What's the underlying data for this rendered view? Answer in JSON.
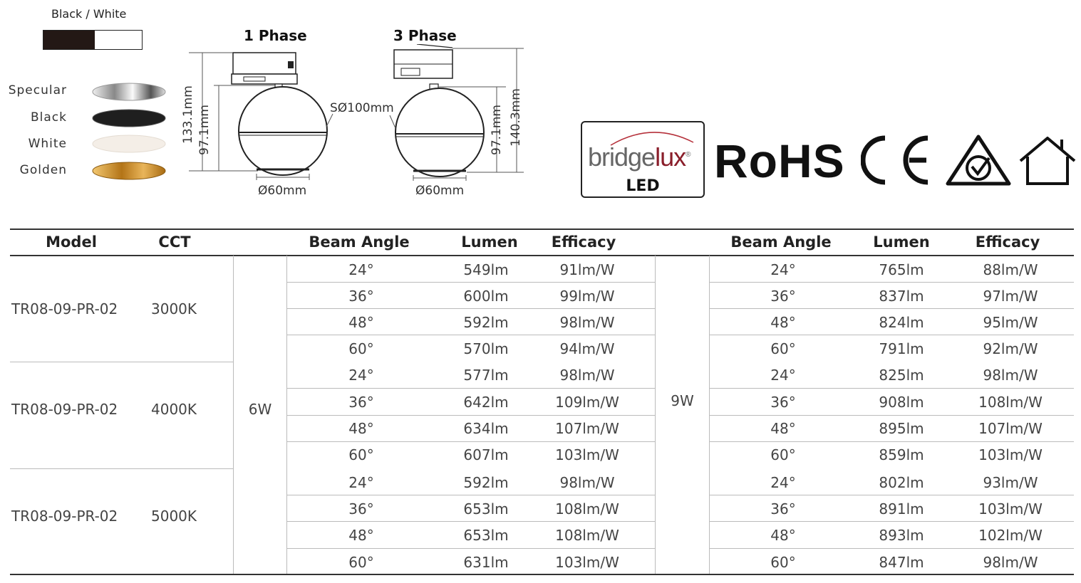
{
  "finishes": {
    "bw_label": "Black  / White",
    "items": [
      {
        "label": "Specular",
        "color": "#c8c8c8"
      },
      {
        "label": "Black",
        "color": "#1a1a1a"
      },
      {
        "label": "White",
        "color": "#f3ede6"
      },
      {
        "label": "Golden",
        "color": "#c8891e"
      }
    ]
  },
  "drawings": {
    "phase1": {
      "title": "1 Phase",
      "height_total": "133.1mm",
      "height_body": "97.1mm",
      "sphere": "SØ100mm",
      "base": "Ø60mm"
    },
    "phase3": {
      "title": "3 Phase",
      "height_total": "140.3mm",
      "height_body": "97.1mm",
      "base": "Ø60mm"
    }
  },
  "logos": {
    "bridgelux_bridge": "bridge",
    "bridgelux_lux": "lux",
    "bridgelux_reg": "®",
    "bridgelux_led": "LED",
    "rohs": "RoHS",
    "ce": "CE"
  },
  "table": {
    "headers": {
      "model": "Model",
      "cct": "CCT",
      "beam_6w": "Beam Angle",
      "lumen_6w": "Lumen",
      "efficacy_6w": "Efficacy",
      "beam_9w": "Beam Angle",
      "lumen_9w": "Lumen",
      "efficacy_9w": "Efficacy"
    },
    "power_6w": "6W",
    "power_9w": "9W",
    "groups": [
      {
        "model": "TR08-09-PR-02",
        "cct": "3000K",
        "rows": [
          {
            "beam": "24°",
            "l6": "549lm",
            "e6": "91lm/W",
            "beam9": "24°",
            "l9": "765lm",
            "e9": "88lm/W"
          },
          {
            "beam": "36°",
            "l6": "600lm",
            "e6": "99lm/W",
            "beam9": "36°",
            "l9": "837lm",
            "e9": "97lm/W"
          },
          {
            "beam": "48°",
            "l6": "592lm",
            "e6": "98lm/W",
            "beam9": "48°",
            "l9": "824lm",
            "e9": "95lm/W"
          },
          {
            "beam": "60°",
            "l6": "570lm",
            "e6": "94lm/W",
            "beam9": "60°",
            "l9": "791lm",
            "e9": "92lm/W"
          }
        ]
      },
      {
        "model": "TR08-09-PR-02",
        "cct": "4000K",
        "rows": [
          {
            "beam": "24°",
            "l6": "577lm",
            "e6": "98lm/W",
            "beam9": "24°",
            "l9": "825lm",
            "e9": "98lm/W"
          },
          {
            "beam": "36°",
            "l6": "642lm",
            "e6": "109lm/W",
            "beam9": "36°",
            "l9": "908lm",
            "e9": "108lm/W"
          },
          {
            "beam": "48°",
            "l6": "634lm",
            "e6": "107lm/W",
            "beam9": "48°",
            "l9": "895lm",
            "e9": "107lm/W"
          },
          {
            "beam": "60°",
            "l6": "607lm",
            "e6": "103lm/W",
            "beam9": "60°",
            "l9": "859lm",
            "e9": "103lm/W"
          }
        ]
      },
      {
        "model": "TR08-09-PR-02",
        "cct": "5000K",
        "rows": [
          {
            "beam": "24°",
            "l6": "592lm",
            "e6": "98lm/W",
            "beam9": "24°",
            "l9": "802lm",
            "e9": "93lm/W"
          },
          {
            "beam": "36°",
            "l6": "653lm",
            "e6": "108lm/W",
            "beam9": "36°",
            "l9": "891lm",
            "e9": "103lm/W"
          },
          {
            "beam": "48°",
            "l6": "653lm",
            "e6": "108lm/W",
            "beam9": "48°",
            "l9": "893lm",
            "e9": "102lm/W"
          },
          {
            "beam": "60°",
            "l6": "631lm",
            "e6": "103lm/W",
            "beam9": "60°",
            "l9": "847lm",
            "e9": "98lm/W"
          }
        ]
      }
    ]
  }
}
